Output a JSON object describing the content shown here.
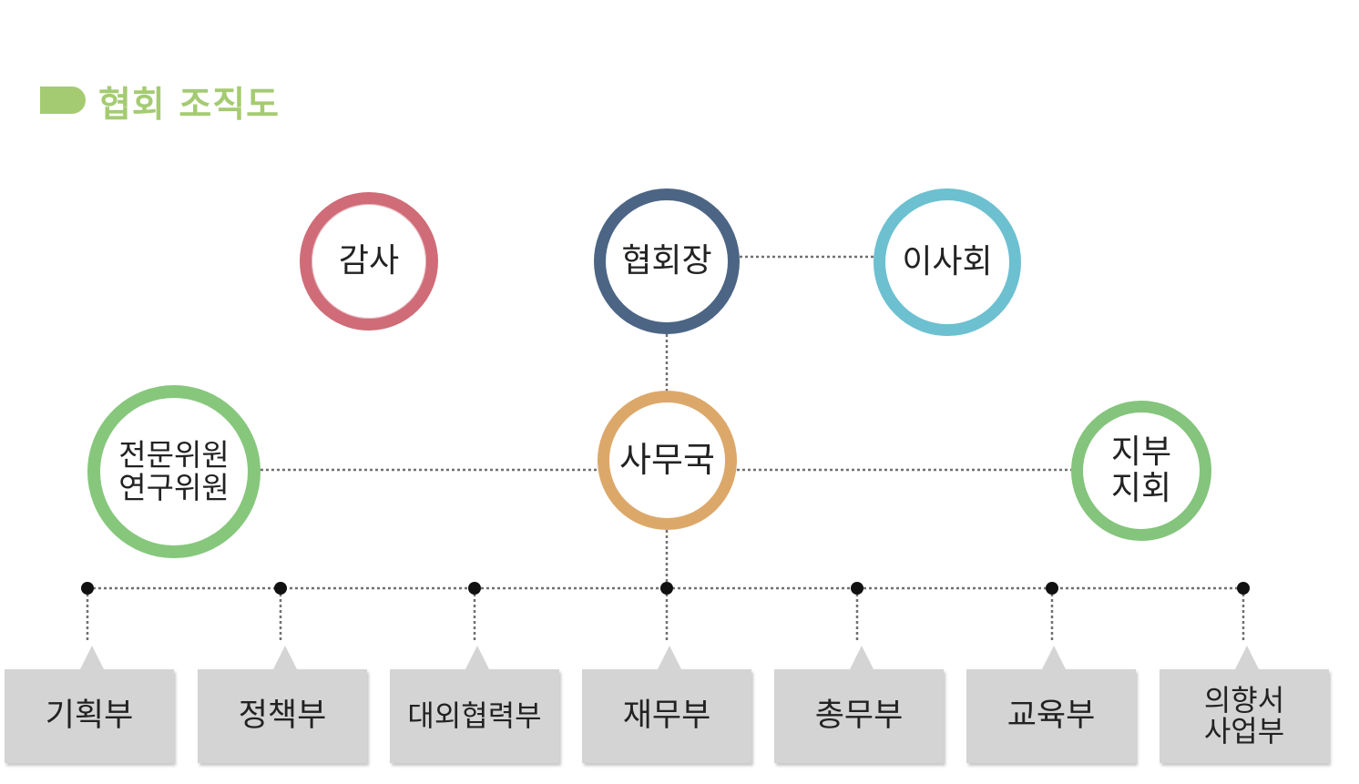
{
  "header": {
    "title": "협회 조직도"
  },
  "nodes": {
    "audit": "감사",
    "president": "협회장",
    "board": "이사회",
    "expert": "전문위원\n연구위원",
    "office": "사무국",
    "branch": "지부\n지회"
  },
  "departments": [
    "기획부",
    "정책부",
    "대외협력부",
    "재무부",
    "총무부",
    "교육부",
    "의향서\n사업부"
  ],
  "colors": {
    "title": "#a5cb72",
    "audit": "#cf6c78",
    "president": "#4c6585",
    "board": "#6cc0d0",
    "expert": "#86c77c",
    "office": "#dca86a",
    "branch": "#84c47c",
    "department_box": "#d4d4d4"
  }
}
